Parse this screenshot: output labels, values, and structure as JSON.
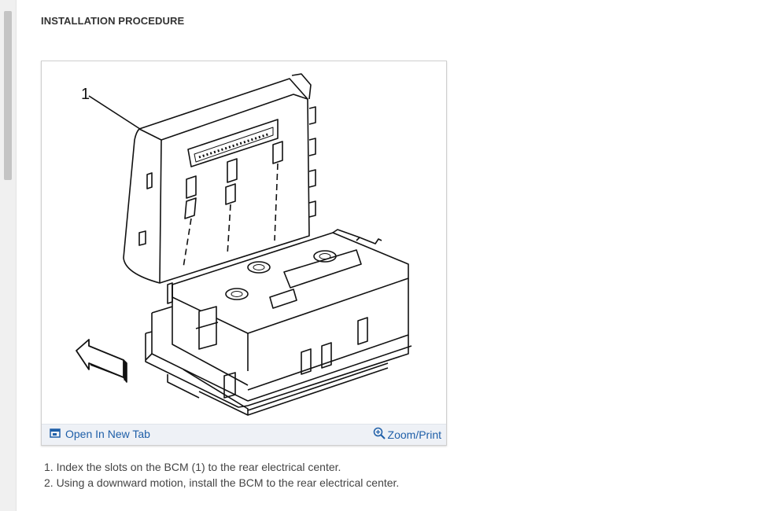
{
  "section": {
    "title": "INSTALLATION PROCEDURE"
  },
  "figure": {
    "callout_label": "1",
    "open_tab_label": "Open In New Tab",
    "zoom_label": "Zoom/Print",
    "icons": [
      "open-new-tab-icon",
      "zoom-icon"
    ],
    "link_color": "#1f5fa8"
  },
  "steps": [
    "1. Index the slots on the BCM (1) to the rear electrical center.",
    "2. Using a downward motion, install the BCM to the rear electrical center."
  ]
}
